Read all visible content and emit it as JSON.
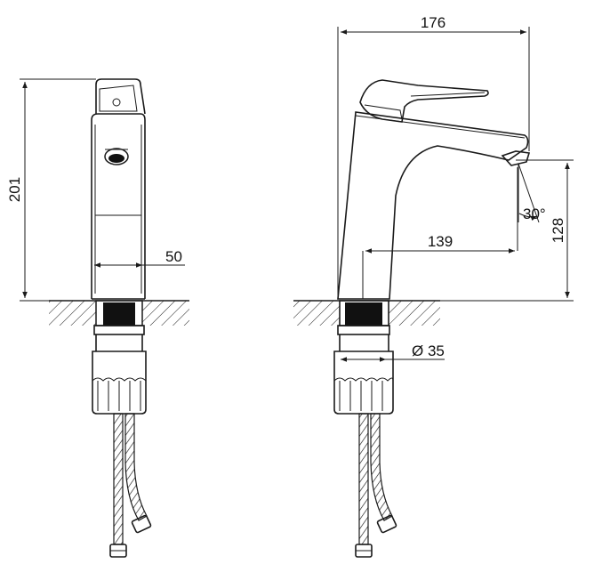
{
  "dimensions": {
    "height_total": "201",
    "body_width": "50",
    "length_total": "176",
    "spout_reach": "139",
    "spout_height": "128",
    "spout_angle": "30°",
    "thread_diameter": "Ø 35"
  },
  "colors": {
    "line": "#1a1a1a",
    "fill_dark": "#111111",
    "background": "#ffffff"
  }
}
